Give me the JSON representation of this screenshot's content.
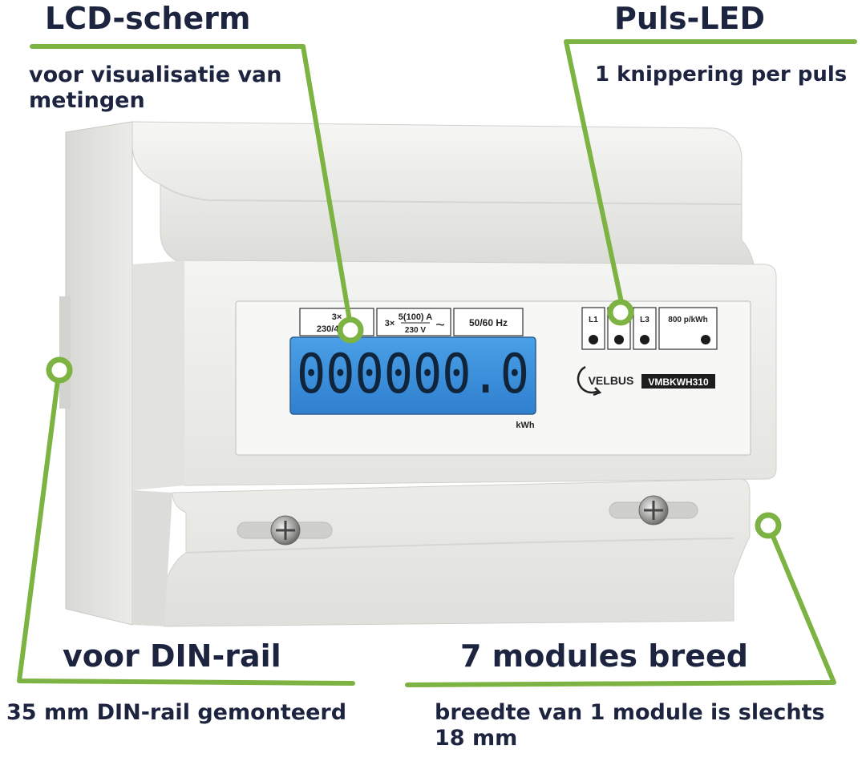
{
  "callouts": {
    "lcd": {
      "title": "LCD-scherm",
      "desc_line1": "voor visualisatie van",
      "desc_line2": "metingen"
    },
    "led": {
      "title": "Puls-LED",
      "desc": "1 knippering per puls"
    },
    "din": {
      "title": "voor DIN-rail",
      "desc": "35 mm DIN-rail gemonteerd"
    },
    "modules": {
      "title": "7 modules breed",
      "desc_line1": "breedte van 1 module is slechts",
      "desc_line2": "18 mm"
    }
  },
  "meter": {
    "spec_voltage_top": "3×",
    "spec_voltage_bottom": "230/400 V",
    "spec_current_prefix": "3×",
    "spec_current_top": "5(100) A",
    "spec_current_bottom": "230 V",
    "spec_current_symbol": "~",
    "spec_freq": "50/60 Hz",
    "phase_l1": "L1",
    "phase_l2": "L2",
    "phase_l3": "L3",
    "pulse_rate": "800 p/kWh",
    "display_value": "000000.0",
    "display_unit": "kWh",
    "brand": "VELBUS",
    "model": "VMBKWH310"
  },
  "colors": {
    "accent_green": "#7cb342",
    "text_navy": "#1d2440",
    "lcd_blue": "#3a8fd9",
    "housing": "#ededeb"
  }
}
